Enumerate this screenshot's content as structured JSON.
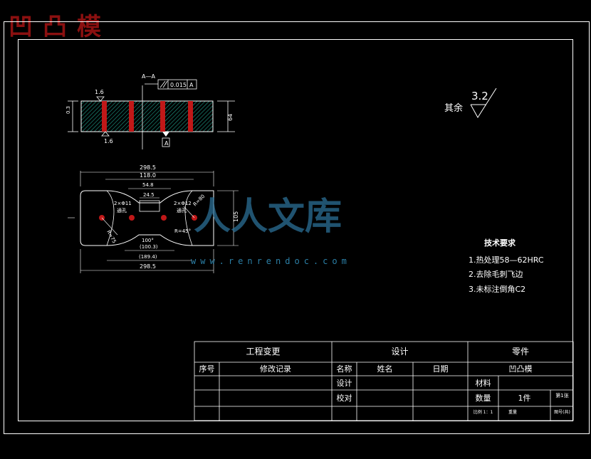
{
  "stamp_title": "凹凸模",
  "section_label": "A—A",
  "tolerance": {
    "value": "0.015",
    "datum": "A"
  },
  "roughness": {
    "other_label": "其余",
    "value": "3.2",
    "left_top": "1.6",
    "left_bottom": "1.6"
  },
  "section_dims": {
    "left_small": "0.3",
    "right_height": "64"
  },
  "plan_dims": {
    "overall_top": "298.5",
    "inner_width": "118.0",
    "center_top": "54.8",
    "center_slot": "24.5",
    "hole_left": "2×Φ11",
    "hole_left_note": "通孔",
    "hole_right": "2×Φ12",
    "hole_right_note": "通孔",
    "radius_left": "R=75",
    "radius_right": "R=80",
    "angle": "100°",
    "bottom_inner": "(100.3)",
    "bottom_mid": "(189.4)",
    "overall_bottom": "298.5",
    "height": "105",
    "angle_right": "R=45°"
  },
  "technical": {
    "heading": "技术要求",
    "items": [
      "1.热处理58—62HRC",
      "2.去除毛刺飞边",
      "3.未标注倒角C2"
    ]
  },
  "title_block": {
    "eng_change": "工程变更",
    "design": "设计",
    "part": "零件",
    "seq": "序号",
    "record": "修改记录",
    "name": "名称",
    "person": "姓名",
    "date": "日期",
    "part_name": "凹凸模",
    "designer": "设计",
    "material": "材料",
    "checker": "校对",
    "qty_label": "数量",
    "qty_value": "1件",
    "sheet": "第1张",
    "scale": "比例 1：1",
    "weight": "重量",
    "page": "图号(共)"
  },
  "watermark": {
    "text": "人人文库",
    "url": "www.renrendoc.com"
  },
  "colors": {
    "line": "#ffffff",
    "hatch": "#1fa08c",
    "accent": "#c01818",
    "stamp": "#8b1010"
  }
}
